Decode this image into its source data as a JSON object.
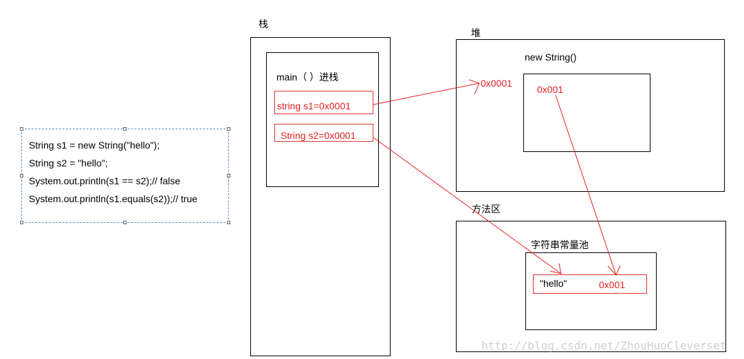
{
  "code_lines": [
    "String s1 = new String(\"hello\");",
    "String s2 = \"hello\";",
    "System.out.println(s1 == s2);// false",
    "System.out.println(s1.equals(s2));// true"
  ],
  "stack": {
    "title": "栈",
    "frame_label": "main（ ）进栈",
    "var1": "string   s1=0x0001",
    "var2": "String  s2=0x0001"
  },
  "heap": {
    "title": "堆",
    "object_label": "new String()",
    "address_outer": "0x0001",
    "address_inner": "0x001"
  },
  "method_area": {
    "title": "方法区",
    "pool_label": "字符串常量池",
    "pool_value": "\"hello\"",
    "pool_address": "0x001"
  },
  "watermark": "http://blog.csdn.net/ZhouHuoCleverset"
}
